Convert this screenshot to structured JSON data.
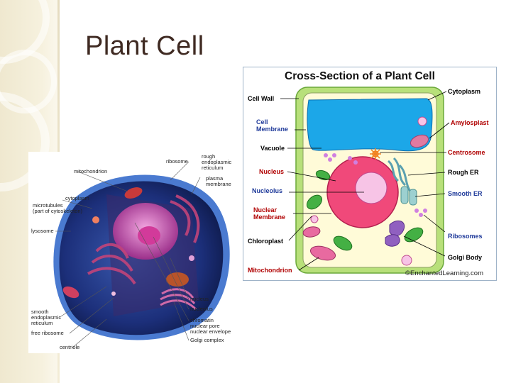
{
  "slide": {
    "title": "Plant Cell"
  },
  "animal_cell": {
    "labels": {
      "ribosome": "ribosome",
      "rough_er": "rough\nendoplasmic\nreticulum",
      "mitochondrion": "mitochondrion",
      "plasma_membrane": "plasma\nmembrane",
      "cytoplasm": "cytoplasm",
      "microtubules": "microtubules\n(part of cytoskeleton)",
      "lysosome": "lysosome",
      "nucleus": "nucleus",
      "nucleolus": "nucleolus",
      "smooth_er": "smooth\nendoplasmic\nreticulum",
      "chromatin": "chromatin",
      "nuclear_pore": "nuclear pore",
      "free_ribosome": "free ribosome",
      "nuclear_envelope": "nuclear envelope",
      "golgi": "Golgi complex",
      "centriole": "centriole"
    }
  },
  "plant_cell": {
    "title": "Cross-Section of a Plant Cell",
    "credit": "©EnchantedLearning.com",
    "labels_left": {
      "cell_wall": "Cell Wall",
      "cell_membrane": "Cell\nMembrane",
      "vacuole": "Vacuole",
      "nucleus": "Nucleus",
      "nucleolus": "Nucleolus",
      "nuclear_membrane": "Nuclear\nMembrane",
      "chloroplast": "Chloroplast",
      "mitochondrion": "Mitochondrion"
    },
    "labels_right": {
      "cytoplasm": "Cytoplasm",
      "amylosplast": "Amylosplast",
      "centrosome": "Centrosome",
      "rough_er": "Rough ER",
      "smooth_er": "Smooth ER",
      "ribosomes": "Ribosomes",
      "golgi_body": "Golgi Body"
    },
    "colors": {
      "cell_wall": "#b8e07a",
      "cytoplasm": "#fffbd8",
      "vacuole": "#1ca7e8",
      "nucleus": "#f0497a",
      "nucleolus": "#f7c4e6",
      "label_blue": "#1f3a9a",
      "label_red": "#b00000"
    }
  }
}
